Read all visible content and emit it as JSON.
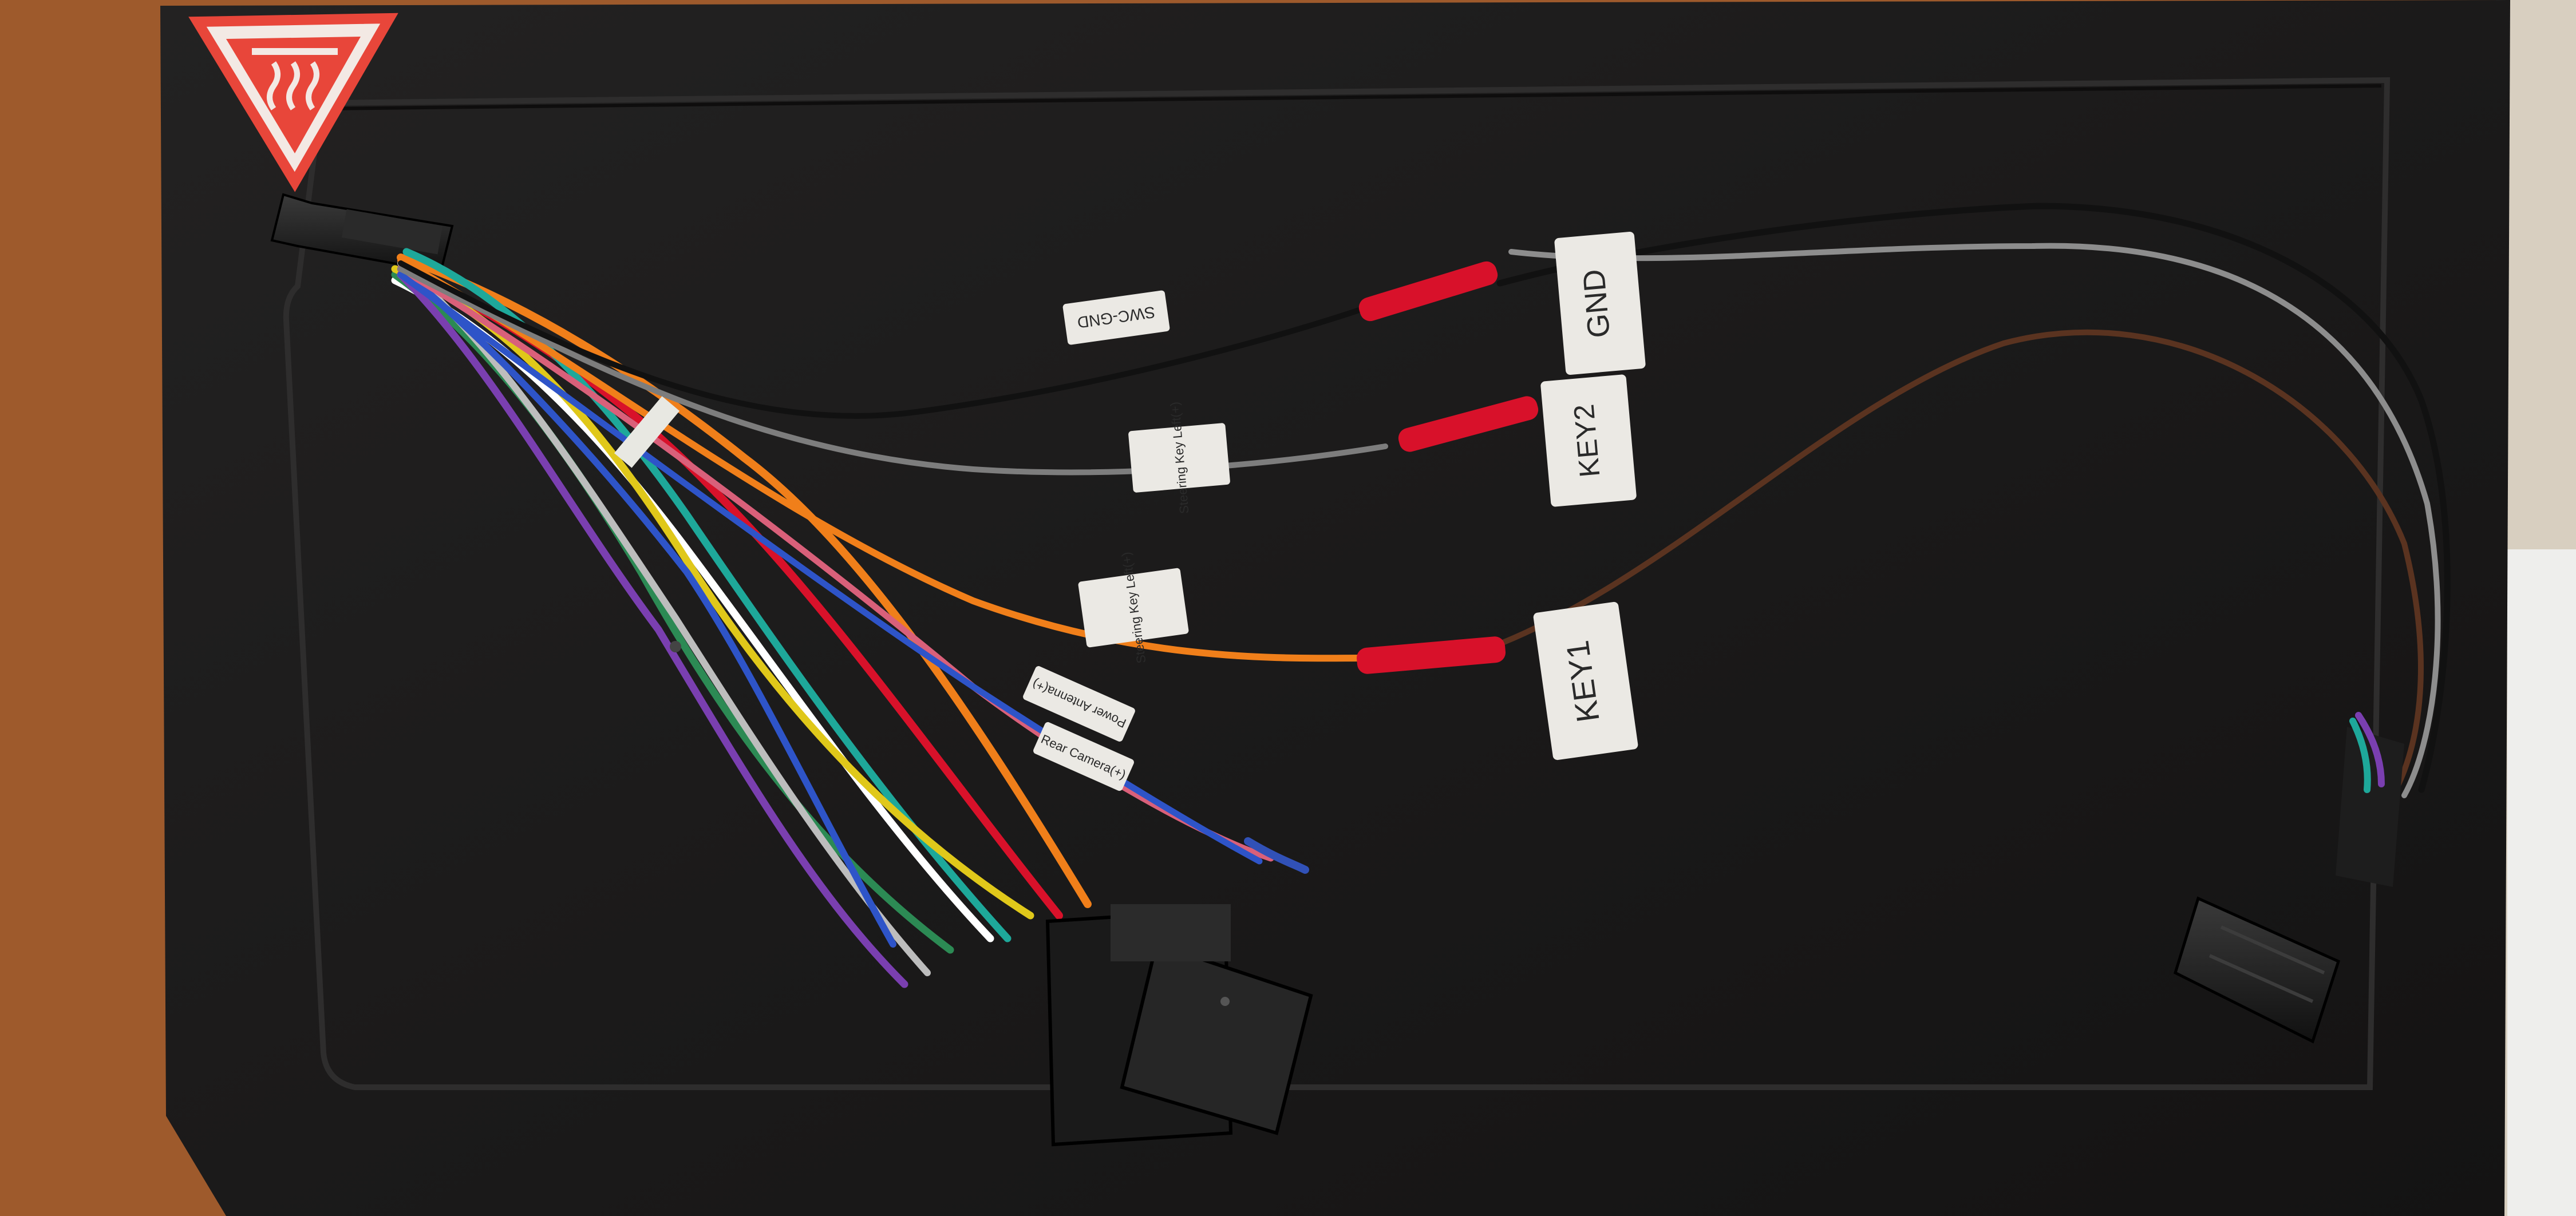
{
  "labels": {
    "gnd": "GND",
    "key2": "KEY2",
    "key1": "KEY1",
    "swc_gnd": "SWC-GND",
    "steering_key_left_top": "Steering Key Left(+)",
    "steering_key_left_mid": "Steering Key Left(+)",
    "power_antenna": "Power Antenna(+)",
    "rear_camera": "Rear Camera(+)"
  },
  "colors": {
    "panel": "#1c1b1b",
    "wood": "#a45c2c",
    "warning_triangle": "#e8463a",
    "heat_shrink": "#d8112a"
  },
  "icons": {
    "hot_surface_warning": "hot-surface-warning-icon"
  }
}
